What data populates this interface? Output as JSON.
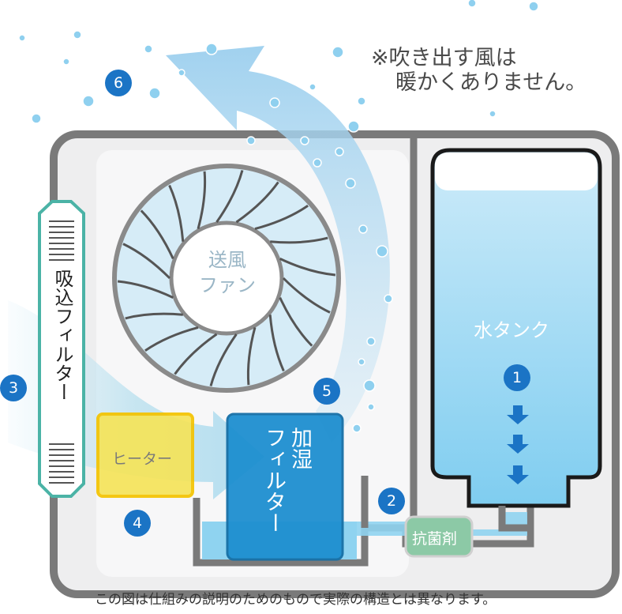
{
  "note": {
    "line1": "※吹き出す風は",
    "line2": "暖かくありません。"
  },
  "caption": "この図は仕組みの説明のためのもので実際の構造とは異なります。",
  "labels": {
    "fan": [
      "送風",
      "ファン"
    ],
    "water_tank": "水タンク",
    "intake_filter": "吸込フィルター",
    "heater": "ヒーター",
    "humidify_filter": [
      "加湿",
      "フィルター"
    ],
    "antibacterial": "抗菌剤"
  },
  "steps": [
    "1",
    "2",
    "3",
    "4",
    "5",
    "6"
  ],
  "colors": {
    "frame": "#7a7a7a",
    "inner_bg": "#eeeeef",
    "water": "#8fd3f0",
    "tank_top": "#e4f3fb",
    "filter": "#1e8fd0",
    "heater": "#f5e45a",
    "intake_filter_border": "#4bb3a6",
    "antibacterial": "#8cc9a6",
    "badge": "#1b74c5",
    "arrow": "#a9d6ef"
  }
}
